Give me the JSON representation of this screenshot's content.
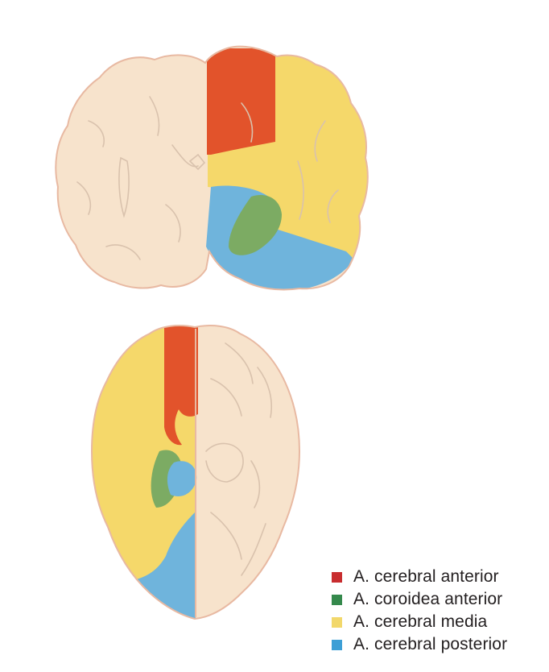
{
  "diagram": {
    "views": [
      {
        "view": "coronal",
        "territories": [
          "anterior",
          "media",
          "coroidea",
          "posterior"
        ]
      },
      {
        "view": "axial",
        "territories": [
          "anterior",
          "media",
          "coroidea",
          "posterior"
        ]
      }
    ],
    "colors": {
      "tissue": "#f7e3cc",
      "tissue_outline": "#e8b9a2",
      "sulcus": "#d9c2ad",
      "anterior": "#e2532b",
      "coroidea": "#7cab63",
      "media": "#f5d86a",
      "posterior": "#6fb4dc"
    }
  },
  "legend": {
    "items": [
      {
        "key": "anterior",
        "label": "A. cerebral anterior",
        "color": "#c82d2f"
      },
      {
        "key": "coroidea",
        "label": "A. coroidea anterior",
        "color": "#35894c"
      },
      {
        "key": "media",
        "label": "A. cerebral media",
        "color": "#f2d86b"
      },
      {
        "key": "posterior",
        "label": "A. cerebral posterior",
        "color": "#3d9fd6"
      }
    ]
  }
}
